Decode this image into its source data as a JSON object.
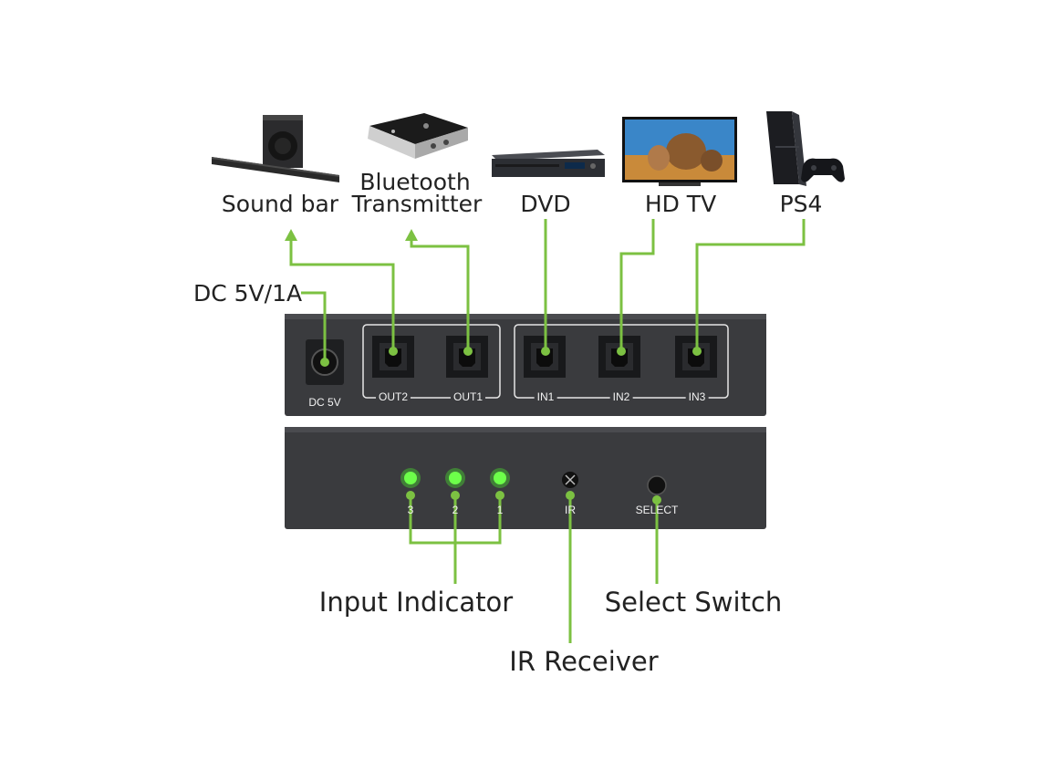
{
  "colors": {
    "green": "#7cc142",
    "panel": "#3a3b3e",
    "led": "#4cff2a"
  },
  "devices": {
    "soundbar": "Sound bar",
    "bluetooth_line1": "Bluetooth",
    "bluetooth_line2": "Transmitter",
    "dvd": "DVD",
    "hdtv": "HD TV",
    "ps4": "PS4"
  },
  "power_label": "DC 5V/1A",
  "rear_panel": {
    "dc_label": "DC 5V",
    "ports": [
      "OUT2",
      "OUT1",
      "IN1",
      "IN2",
      "IN3"
    ]
  },
  "front_panel": {
    "indicators": [
      "3",
      "2",
      "1"
    ],
    "ir_label": "IR",
    "select_label": "SELECT"
  },
  "callouts": {
    "input_indicator": "Input Indicator",
    "select_switch": "Select Switch",
    "ir_receiver": "IR Receiver"
  }
}
